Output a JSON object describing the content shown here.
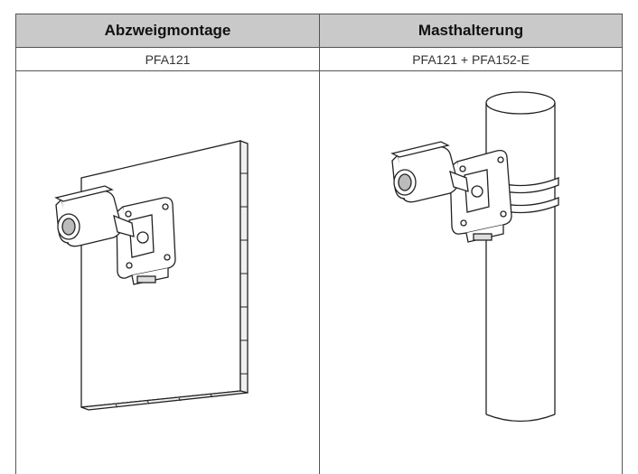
{
  "table": {
    "columns": [
      {
        "header": "Abzweigmontage",
        "model": "PFA121"
      },
      {
        "header": "Masthalterung",
        "model": "PFA121 + PFA152-E"
      }
    ]
  },
  "illustrations": {
    "left": "wall-mount-camera-illustration",
    "right": "pole-mount-camera-illustration"
  }
}
